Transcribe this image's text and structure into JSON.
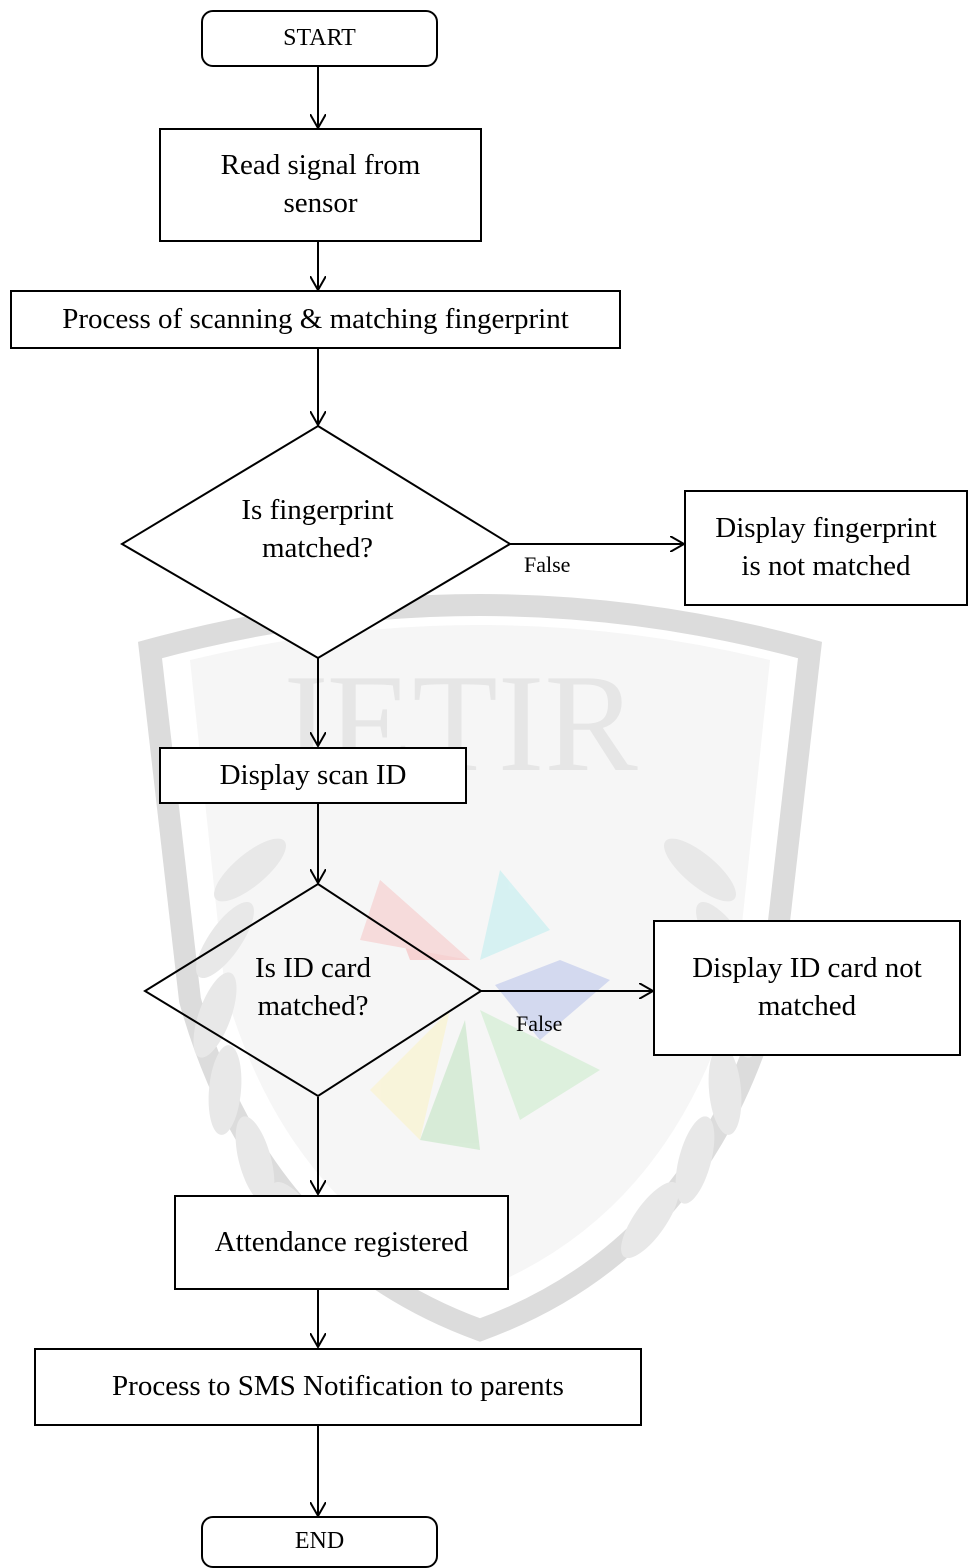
{
  "watermark": {
    "text": "JETIR"
  },
  "nodes": {
    "start": "START",
    "read_signal": "Read signal from sensor",
    "process_scan": "Process of scanning & matching fingerprint",
    "decision_fingerprint": "Is fingerprint matched?",
    "display_not_matched": "Display fingerprint is not matched",
    "display_scan_id": "Display scan ID",
    "decision_id": "Is ID card matched?",
    "display_id_not_matched": "Display ID card not matched",
    "attendance": "Attendance registered",
    "sms": "Process to SMS Notification to parents",
    "end": "END"
  },
  "edges": {
    "fingerprint_false": "False",
    "id_false": "False"
  }
}
